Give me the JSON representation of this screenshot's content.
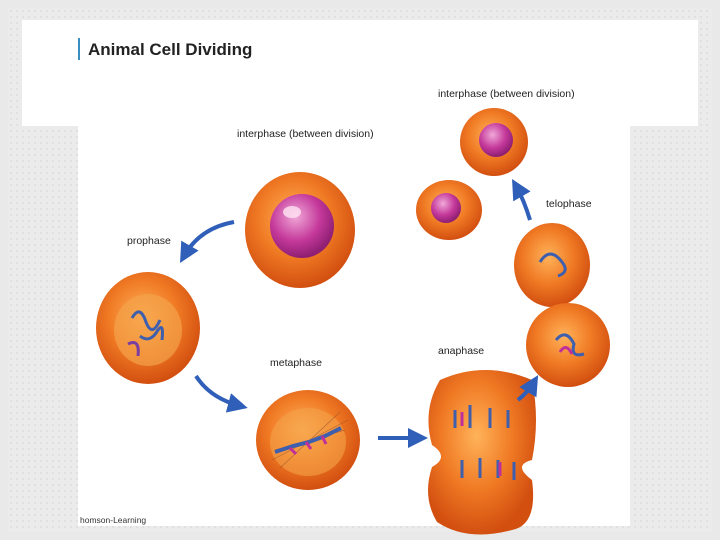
{
  "title": "Animal Cell Dividing",
  "labels": {
    "interphase_top": "interphase (between division)",
    "interphase_mid": "interphase (between division)",
    "telophase": "telophase",
    "prophase": "prophase",
    "metaphase": "metaphase",
    "anaphase": "anaphase"
  },
  "credit": "homson-Learning",
  "colors": {
    "cell_outer": "#e8631a",
    "cell_inner": "#f39a3c",
    "nucleus": "#c4389a",
    "arrow": "#2f5fb8"
  }
}
